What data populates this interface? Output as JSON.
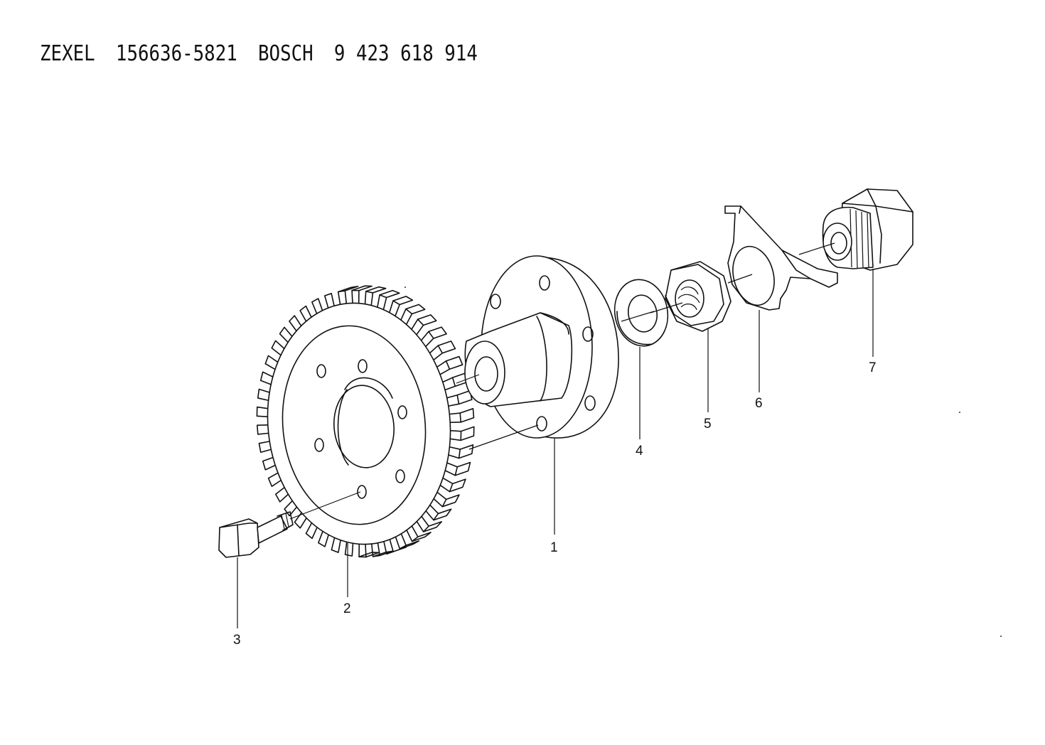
{
  "header": {
    "maker1": "ZEXEL",
    "part1": "156636-5821",
    "maker2": "BOSCH",
    "part2": "9 423 618 914"
  },
  "callouts": {
    "c1": "1",
    "c2": "2",
    "c3": "3",
    "c4": "4",
    "c5": "5",
    "c6": "6",
    "c7": "7"
  },
  "colors": {
    "ink": "#111111",
    "paper": "#ffffff"
  }
}
